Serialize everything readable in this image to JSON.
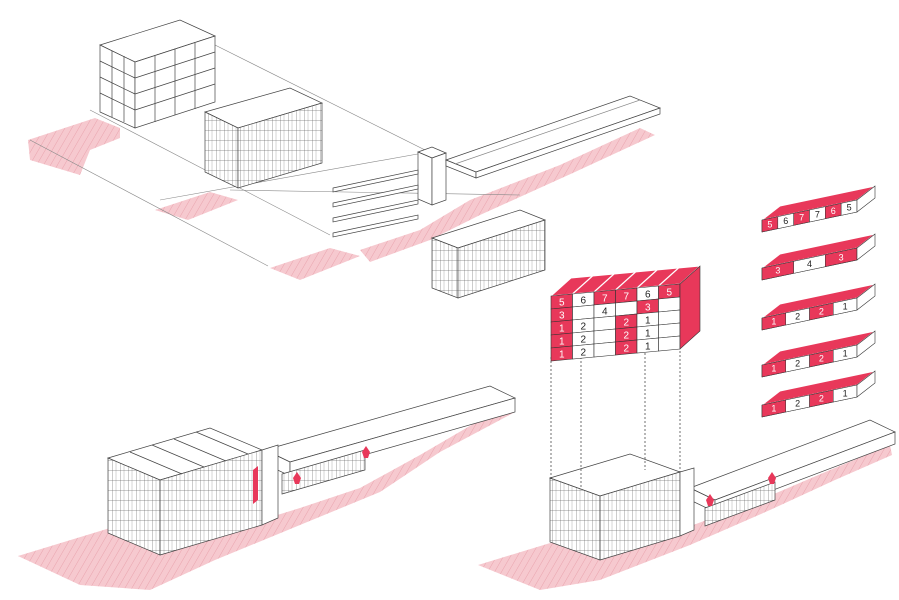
{
  "colors": {
    "background": "#ffffff",
    "line": "#3a3a3a",
    "accent": "#e8385a",
    "ground": "#f6c9cf",
    "ground_hatch": "#e9a3ad"
  },
  "unit_stack_flat": {
    "rows": [
      [
        "5",
        "6",
        "7",
        "7",
        "6",
        "5"
      ],
      [
        "3",
        "",
        "4",
        "",
        "3",
        ""
      ],
      [
        "1",
        "2",
        "",
        "2",
        "1",
        ""
      ],
      [
        "1",
        "2",
        "",
        "2",
        "1",
        ""
      ],
      [
        "1",
        "2",
        "",
        "2",
        "1",
        ""
      ]
    ],
    "row_accent": [
      [
        1,
        0,
        1,
        1,
        0,
        1
      ],
      [
        1,
        0,
        0,
        0,
        1,
        0
      ],
      [
        1,
        0,
        0,
        1,
        0,
        0
      ],
      [
        1,
        0,
        0,
        1,
        0,
        0
      ],
      [
        1,
        0,
        0,
        1,
        0,
        0
      ]
    ]
  },
  "unit_stack_exploded": {
    "levels": [
      {
        "labels": [
          "5",
          "6",
          "7",
          "7",
          "6",
          "5"
        ]
      },
      {
        "labels": [
          "3",
          "4",
          "3"
        ]
      },
      {
        "labels": [
          "1",
          "2",
          "2",
          "1"
        ]
      },
      {
        "labels": [
          "1",
          "2",
          "2",
          "1"
        ]
      },
      {
        "labels": [
          "1",
          "2",
          "2",
          "1"
        ]
      }
    ]
  }
}
